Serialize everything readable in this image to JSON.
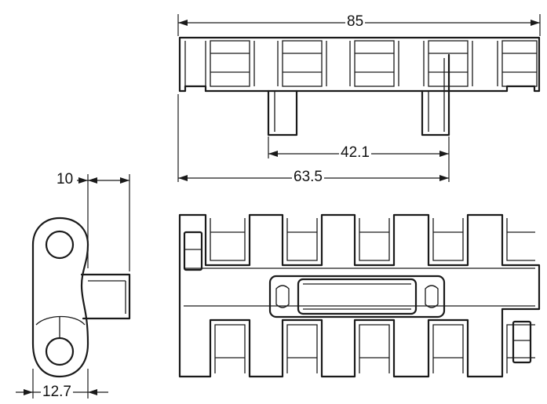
{
  "dimensions": {
    "overall_length": "85",
    "pin_spacing": "42.1",
    "pin_extent": "63.5",
    "pitch_depth": "10",
    "pitch": "12.7"
  }
}
